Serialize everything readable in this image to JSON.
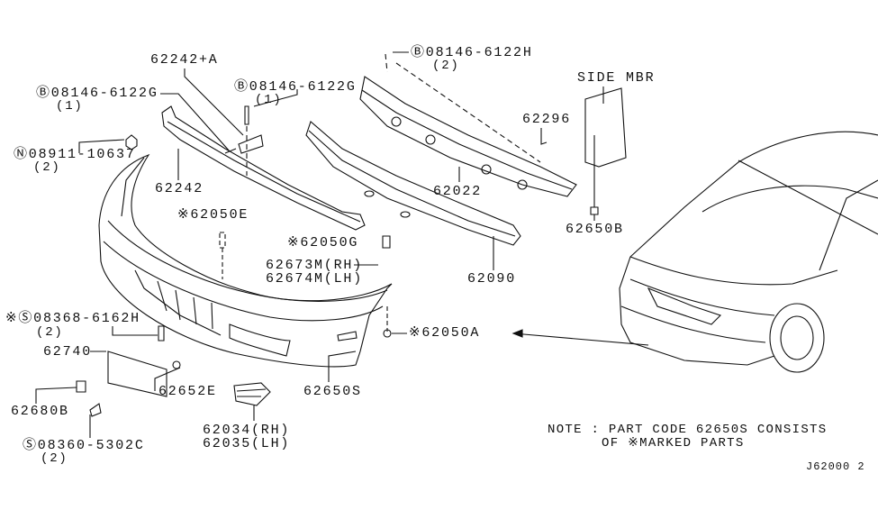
{
  "labels": {
    "p62242a": "62242+A",
    "bolt_left": "Ⓑ08146-6122G",
    "bolt_left_qty": "(1)",
    "bolt_mid": "Ⓑ08146-6122G",
    "bolt_mid_qty": "(1)",
    "nut": "Ⓝ08911-10637",
    "nut_qty": "(2)",
    "p62242": "62242",
    "bolt_top": "Ⓑ08146-6122H",
    "bolt_top_qty": "(2)",
    "side_mbr": "SIDE MBR",
    "p62296": "62296",
    "p62022": "62022",
    "p62050e": "※62050E",
    "p62650b": "62650B",
    "p62050g": "※62050G",
    "p62673m": "62673M(RH)",
    "p62674m": "62674M(LH)",
    "p62090": "62090",
    "screw_top": "※Ⓢ08368-6162H",
    "screw_top_qty": "(2)",
    "p62050a": "※62050A",
    "p62740": "62740",
    "p62652e": "62652E",
    "p62650s": "62650S",
    "p62680b": "62680B",
    "p62034": "62034(RH)",
    "p62035": "62035(LH)",
    "screw_bottom": "Ⓢ08360-5302C",
    "screw_bottom_qty": "(2)"
  },
  "note": {
    "line1": "NOTE : PART CODE 62650S CONSISTS",
    "line2": "OF ※MARKED PARTS"
  },
  "diagram_id": "J62000 2"
}
